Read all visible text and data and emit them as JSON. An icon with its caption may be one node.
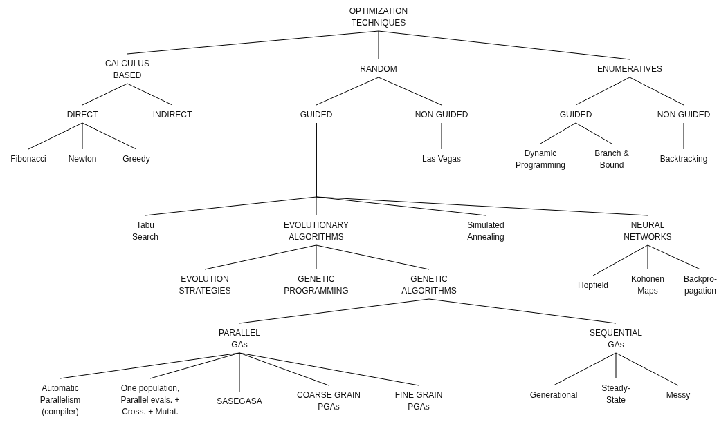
{
  "diagram": {
    "nodes": [
      {
        "text": [
          "OPTIMIZATION TECHNIQUES"
        ]
      },
      {
        "text": [
          "CALCULUS BASED"
        ]
      },
      {
        "text": [
          "RANDOM"
        ]
      },
      {
        "text": [
          "ENUMERATIVES"
        ]
      },
      {
        "text": [
          "DIRECT"
        ]
      },
      {
        "text": [
          "INDIRECT"
        ]
      },
      {
        "text": [
          "GUIDED"
        ]
      },
      {
        "text": [
          "NON GUIDED"
        ]
      },
      {
        "text": [
          "GUIDED"
        ]
      },
      {
        "text": [
          "NON GUIDED"
        ]
      },
      {
        "text": [
          "Fibonacci"
        ]
      },
      {
        "text": [
          "Newton"
        ]
      },
      {
        "text": [
          "Greedy"
        ]
      },
      {
        "text": [
          "Las Vegas"
        ]
      },
      {
        "text": [
          "Dynamic Programming"
        ]
      },
      {
        "text": [
          "Branch & Bound"
        ]
      },
      {
        "text": [
          "Backtracking"
        ]
      },
      {
        "text": [
          "Tabu Search"
        ]
      },
      {
        "text": [
          "EVOLUTIONARY ALGORITHMS"
        ]
      },
      {
        "text": [
          "Simulated Annealing"
        ]
      },
      {
        "text": [
          "NEURAL NETWORKS"
        ]
      },
      {
        "text": [
          "EVOLUTION STRATEGIES"
        ]
      },
      {
        "text": [
          "GENETIC PROGRAMMING"
        ]
      },
      {
        "text": [
          "GENETIC ALGORITHMS"
        ]
      },
      {
        "text": [
          "Hopfield"
        ]
      },
      {
        "text": [
          "Kohonen Maps"
        ]
      },
      {
        "text": [
          "Backpro- pagation"
        ]
      },
      {
        "text": [
          "PARALLEL GAs"
        ]
      },
      {
        "text": [
          "SEQUENTIAL GAs"
        ]
      },
      {
        "text": [
          "Automatic Parallelism (compiler)"
        ]
      },
      {
        "text": [
          "One population, Parallel evals. + Cross. + Mutat."
        ]
      },
      {
        "text": [
          "SASEGASA"
        ]
      },
      {
        "text": [
          "COARSE GRAIN PGAs"
        ]
      },
      {
        "text": [
          "FINE GRAIN PGAs"
        ]
      },
      {
        "text": [
          "Generational"
        ]
      },
      {
        "text": [
          "Steady-State"
        ]
      },
      {
        "text": [
          "Messy"
        ]
      }
    ],
    "edges": [
      {
        "from": 0,
        "to": 1,
        "arrow": "none"
      },
      {
        "from": 0,
        "to": 2,
        "arrow": "none"
      },
      {
        "from": 0,
        "to": 3,
        "arrow": "none"
      },
      {
        "from": 1,
        "to": 4,
        "arrow": "none"
      },
      {
        "from": 1,
        "to": 5,
        "arrow": "none"
      },
      {
        "from": 2,
        "to": 6,
        "arrow": "none"
      },
      {
        "from": 2,
        "to": 7,
        "arrow": "none"
      },
      {
        "from": 3,
        "to": 8,
        "arrow": "none"
      },
      {
        "from": 3,
        "to": 9,
        "arrow": "none"
      },
      {
        "from": 4,
        "to": 10,
        "arrow": "none"
      },
      {
        "from": 4,
        "to": 11,
        "arrow": "none"
      },
      {
        "from": 4,
        "to": 12,
        "arrow": "none"
      },
      {
        "from": 7,
        "to": 13,
        "arrow": "none"
      },
      {
        "from": 8,
        "to": 14,
        "arrow": "none"
      },
      {
        "from": 8,
        "to": 15,
        "arrow": "none"
      },
      {
        "from": 9,
        "to": 16,
        "arrow": "none"
      },
      {
        "from": 6,
        "to": 17,
        "arrow": "none"
      },
      {
        "from": 6,
        "to": 18,
        "arrow": "none"
      },
      {
        "from": 6,
        "to": 19,
        "arrow": "none"
      },
      {
        "from": 6,
        "to": 20,
        "arrow": "none"
      },
      {
        "from": 18,
        "to": 21,
        "arrow": "none"
      },
      {
        "from": 18,
        "to": 22,
        "arrow": "none"
      },
      {
        "from": 18,
        "to": 23,
        "arrow": "none"
      },
      {
        "from": 20,
        "to": 24,
        "arrow": "none"
      },
      {
        "from": 20,
        "to": 25,
        "arrow": "none"
      },
      {
        "from": 20,
        "to": 26,
        "arrow": "none"
      },
      {
        "from": 23,
        "to": 27,
        "arrow": "none"
      },
      {
        "from": 23,
        "to": 28,
        "arrow": "none"
      },
      {
        "from": 27,
        "to": 29,
        "arrow": "none"
      },
      {
        "from": 27,
        "to": 30,
        "arrow": "none"
      },
      {
        "from": 27,
        "to": 31,
        "arrow": "none"
      },
      {
        "from": 27,
        "to": 32,
        "arrow": "none"
      },
      {
        "from": 27,
        "to": 33,
        "arrow": "none"
      },
      {
        "from": 28,
        "to": 34,
        "arrow": "none"
      },
      {
        "from": 28,
        "to": 35,
        "arrow": "none"
      },
      {
        "from": 28,
        "to": 36,
        "arrow": "none"
      }
    ]
  }
}
